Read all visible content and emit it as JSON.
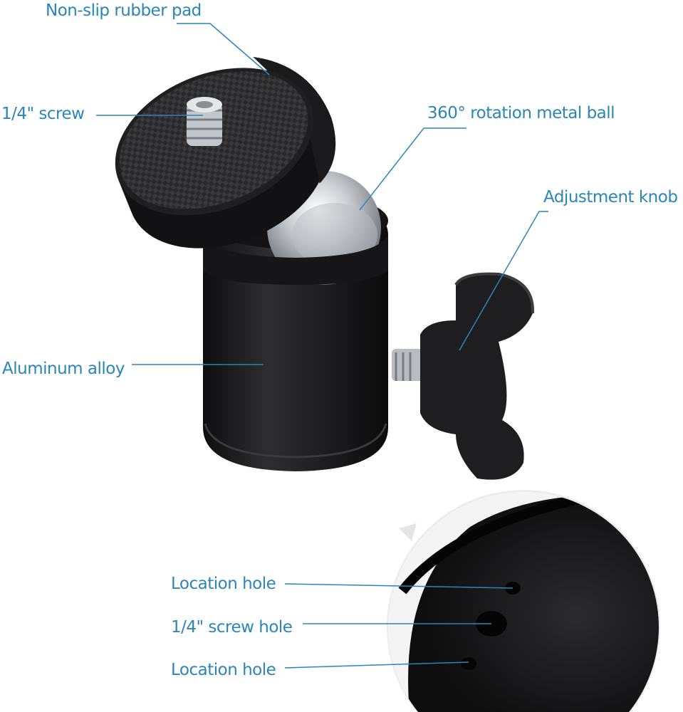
{
  "colors": {
    "label": "#2b86b6",
    "leader": "#2b86b6",
    "body": "#1c1c1e",
    "ball": "#c9ccd0"
  },
  "labels": {
    "rubber_pad": "Non-slip rubber pad",
    "screw": "1/4\" screw",
    "ball": "360° rotation metal ball",
    "knob": "Adjustment knob",
    "alloy": "Aluminum alloy",
    "location_hole_top": "Location hole",
    "screw_hole": "1/4\" screw hole",
    "location_hole_bottom": "Location hole"
  }
}
